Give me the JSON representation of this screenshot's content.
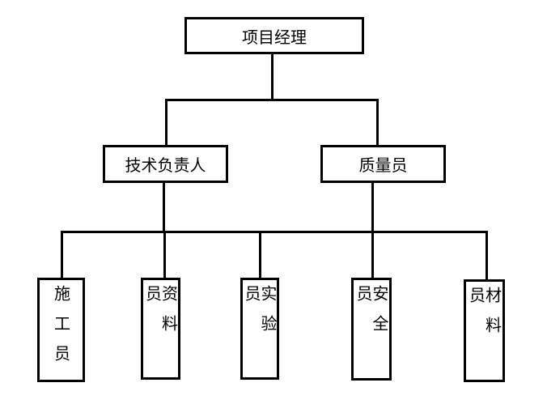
{
  "chart": {
    "root": "项目经理",
    "level2": [
      "技术负责人",
      "质量员"
    ],
    "level3": [
      "施工员",
      "资料员",
      "实验员",
      "安全员",
      "材料员"
    ]
  }
}
